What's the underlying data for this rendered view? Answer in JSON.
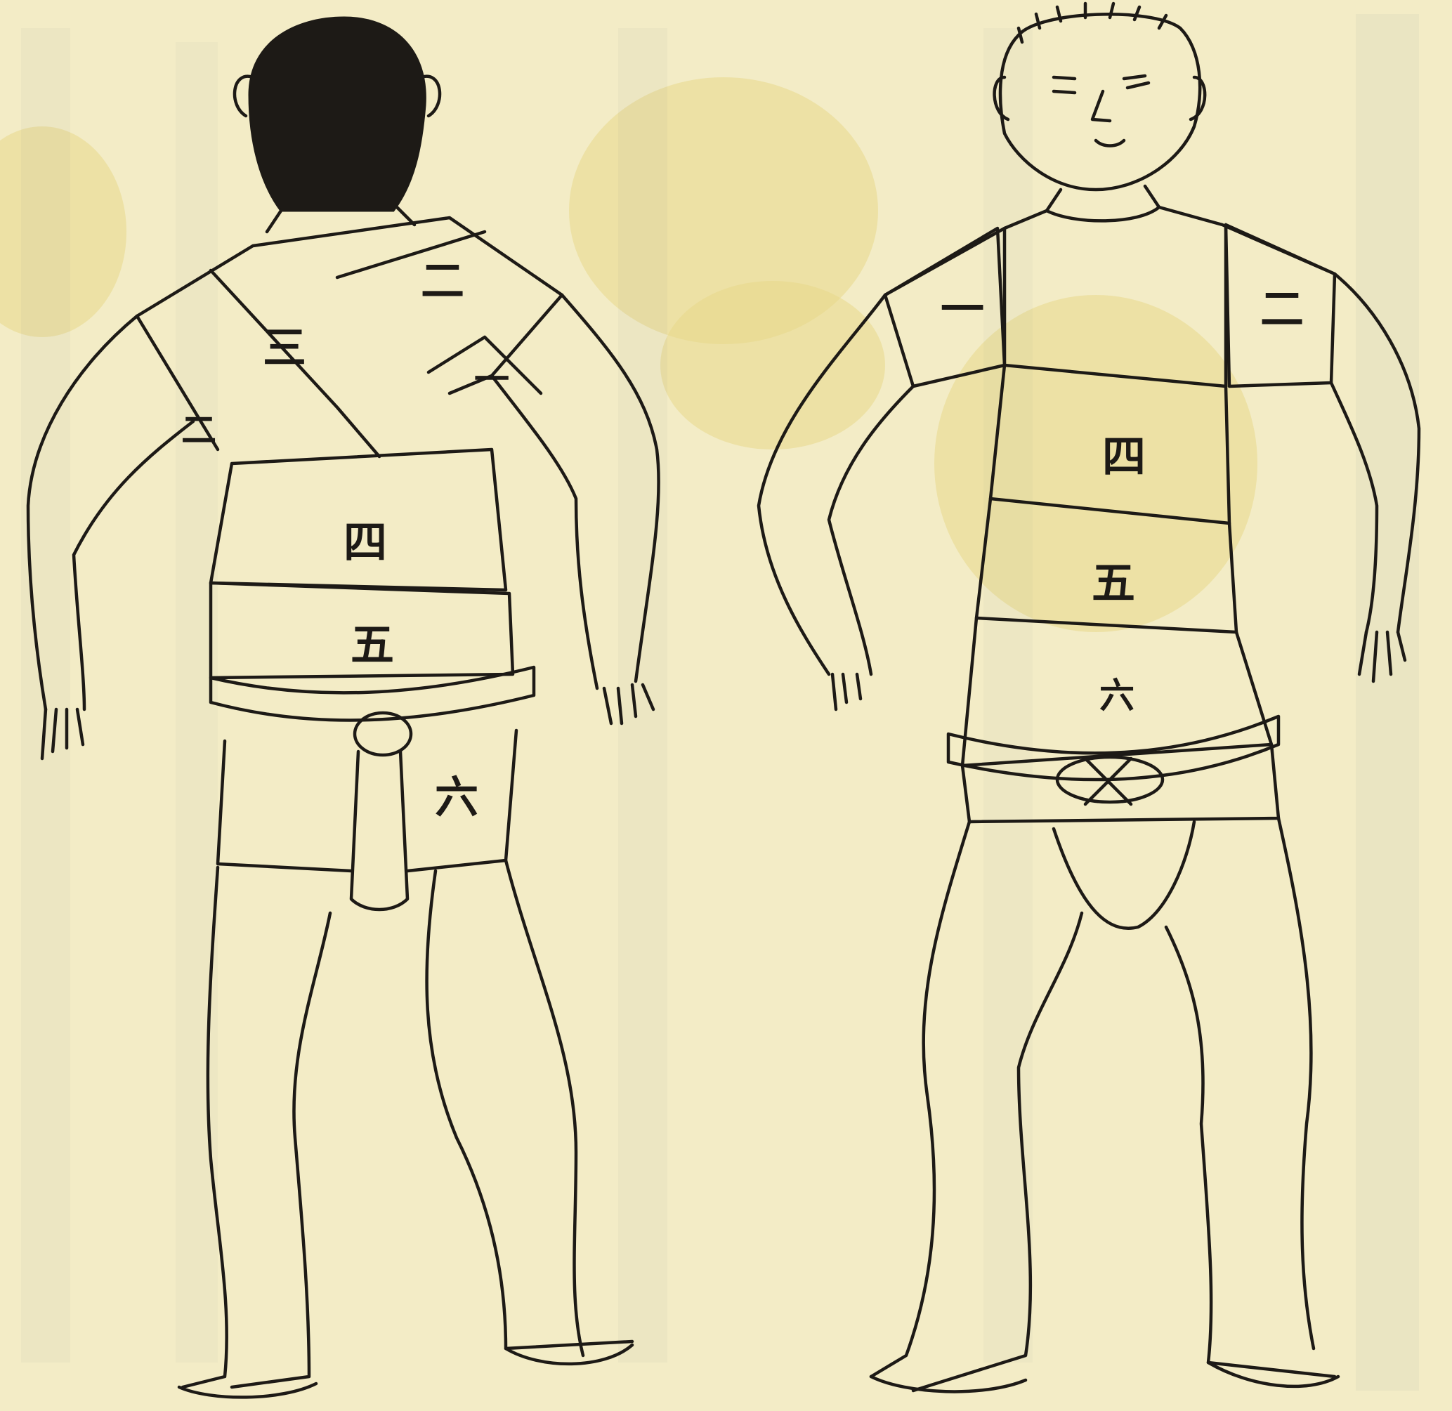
{
  "illustration": {
    "back_figure": {
      "labels": [
        "二",
        "三",
        "二",
        "一",
        "四",
        "五",
        "六"
      ]
    },
    "front_figure": {
      "labels": [
        "一",
        "二",
        "四",
        "五",
        "六"
      ]
    }
  },
  "palette": {
    "paper": "#f3ecc6",
    "ink": "#1d1a16",
    "stain": "#e7d98b",
    "bleed_through": "#6e7880"
  }
}
